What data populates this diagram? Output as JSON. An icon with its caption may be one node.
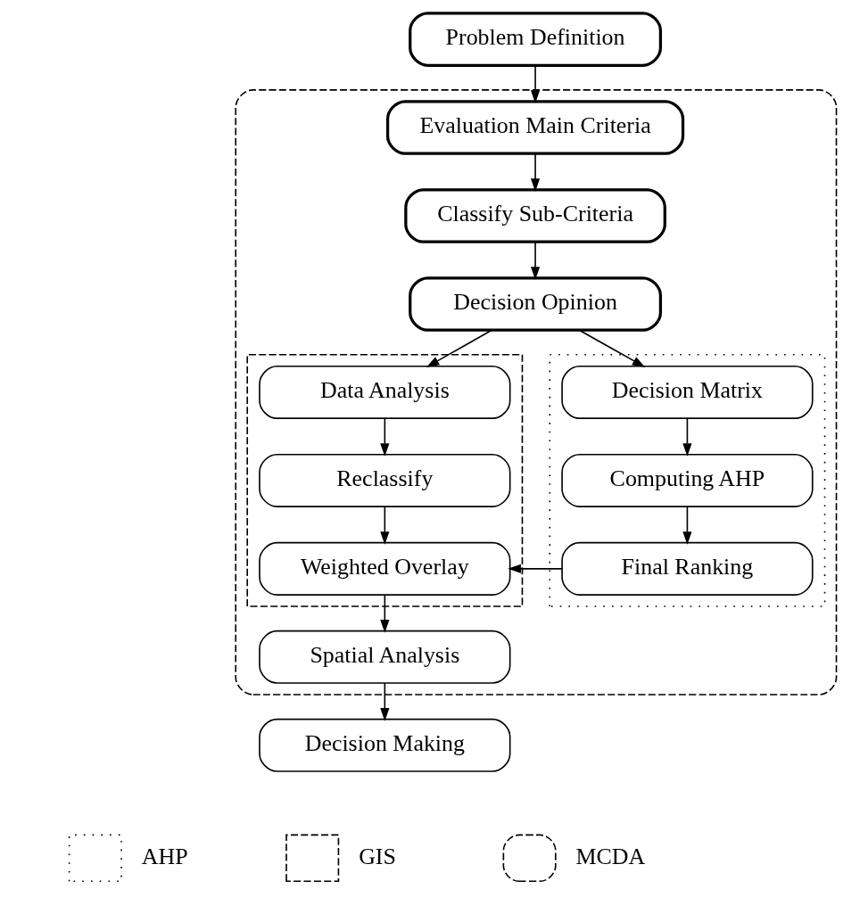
{
  "diagram": {
    "nodes": [
      {
        "text": [
          "Problem Definition"
        ]
      },
      {
        "text": [],
        "shape": "box"
      },
      {
        "text": [
          "Evaluation Main Criteria"
        ],
        "in": 1
      },
      {
        "text": [
          "Classify Sub-Criteria"
        ],
        "in": 1
      },
      {
        "text": [
          "Decision Opinion"
        ],
        "in": 1
      },
      {
        "text": [],
        "shape": "box",
        "in": 1
      },
      {
        "text": [
          "Data Analysis"
        ],
        "in": 5
      },
      {
        "text": [
          "Reclassify"
        ],
        "in": 5
      },
      {
        "text": [
          "Weighted Overlay"
        ],
        "in": 5
      },
      {
        "text": [],
        "shape": "box",
        "in": 1
      },
      {
        "text": [
          "Decision Matrix"
        ],
        "in": 9
      },
      {
        "text": [
          "Computing AHP"
        ],
        "in": 9
      },
      {
        "text": [
          "Final Ranking"
        ],
        "in": 9
      },
      {
        "text": [
          "Spatial Analysis"
        ],
        "in": 1
      },
      {
        "text": [
          "Decision Making"
        ]
      }
    ],
    "edges": [
      {
        "from": 0,
        "to": 2,
        "arrow": "to"
      },
      {
        "from": 2,
        "to": 3,
        "arrow": "to"
      },
      {
        "from": 3,
        "to": 4,
        "arrow": "to"
      },
      {
        "from": 4,
        "to": 6,
        "arrow": "to"
      },
      {
        "from": 4,
        "to": 10,
        "arrow": "to"
      },
      {
        "from": 6,
        "to": 7,
        "arrow": "to"
      },
      {
        "from": 7,
        "to": 8,
        "arrow": "to"
      },
      {
        "from": 10,
        "to": 11,
        "arrow": "to"
      },
      {
        "from": 11,
        "to": 12,
        "arrow": "to"
      },
      {
        "from": 12,
        "to": 8,
        "arrow": "to"
      },
      {
        "from": 8,
        "to": 13,
        "arrow": "to"
      },
      {
        "from": 13,
        "to": 14,
        "arrow": "to"
      }
    ],
    "legend": [
      {
        "text": "AHP"
      },
      {
        "text": "GIS"
      },
      {
        "text": "MCDA"
      }
    ]
  }
}
